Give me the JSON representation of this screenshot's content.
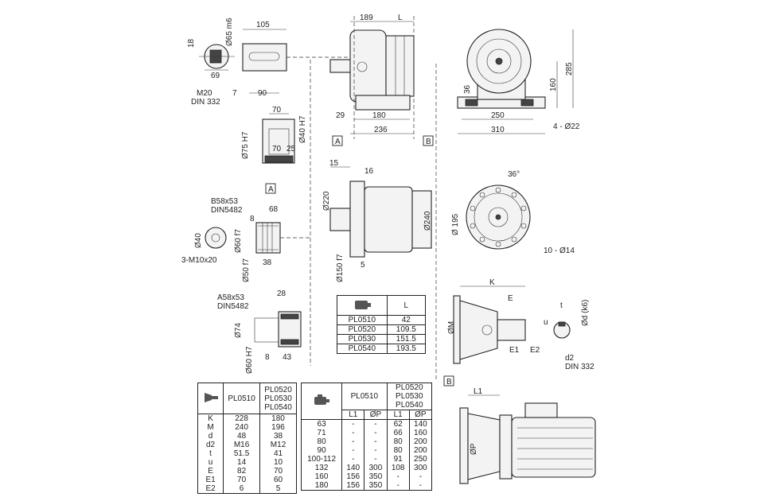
{
  "view_top": {
    "shaft": {
      "d_label": "Ø65 m6",
      "len": "105",
      "key": "18",
      "thread": "M20",
      "din": "DIN 332",
      "c69": "69",
      "c7": "7",
      "c90": "90"
    },
    "front": {
      "w": "189",
      "L": "L",
      "c29": "29",
      "c180": "180",
      "c236": "236"
    },
    "side": {
      "c36": "36",
      "c250": "250",
      "c310": "310",
      "c160": "160",
      "c285": "285",
      "holes": "4 - Ø22"
    }
  },
  "markers": [
    "A",
    "B",
    "A",
    "B"
  ],
  "view_hollow": {
    "c70a": "70",
    "d75": "Ø75 H7",
    "c40": "Ø40 H7",
    "c70b": "70",
    "c25": "25"
  },
  "view_spline": {
    "spline": "B58x53",
    "din": "DIN5482",
    "c68": "68",
    "c8": "8",
    "d40": "Ø40",
    "d60": "Ø60 f7",
    "d50": "Ø50 f7",
    "c38": "38",
    "thread": "3-M10x20"
  },
  "view_flange": {
    "c15": "15",
    "c16": "16",
    "d220": "Ø220",
    "d240": "Ø240",
    "d150": "Ø150 f7",
    "c5": "5",
    "d195": "Ø 195",
    "ang": "36°",
    "holes": "10 - Ø14"
  },
  "view_spline2": {
    "spline": "A58x53",
    "din": "DIN5482",
    "c28": "28",
    "d74": "Ø74",
    "d60": "Ø60 H7",
    "c8": "8",
    "c43": "43"
  },
  "view_output": {
    "K": "K",
    "E": "E",
    "M": "ØM",
    "u": "u",
    "t": "t",
    "d": "Ød (k6)",
    "E1": "E1",
    "E2": "E2",
    "d2": "d2",
    "din": "DIN 332"
  },
  "view_motor": {
    "L1": "L1",
    "P": "ØP"
  },
  "table_L": {
    "head": "L",
    "rows": [
      [
        "PL0510",
        "42"
      ],
      [
        "PL0520",
        "109.5"
      ],
      [
        "PL0530",
        "151.5"
      ],
      [
        "PL0540",
        "193.5"
      ]
    ]
  },
  "table_dims": {
    "head1": "PL0510",
    "head2": "PL0520\nPL0530\nPL0540",
    "labels": "K\nM\nd\nd2\nt\nu\nE\nE1\nE2",
    "col1": "228\n240\n48\nM16\n51.5\n14\n82\n70\n6",
    "col2": "180\n196\n38\nM12\n41\n10\n70\n60\n5"
  },
  "table_motor": {
    "head1": "PL0510",
    "head2": "PL0520\nPL0530\nPL0540",
    "sub": [
      "L1",
      "ØP",
      "L1",
      "ØP"
    ],
    "sizes": "63\n71\n80\n90\n100-112\n132\n160\n180",
    "c1": "-\n-\n-\n-\n-\n140\n156\n156",
    "c2": "-\n-\n-\n-\n-\n300\n350\n350",
    "c3": "62\n66\n80\n80\n91\n108\n-\n-",
    "c4": "140\n160\n200\n200\n250\n300\n-\n-"
  }
}
